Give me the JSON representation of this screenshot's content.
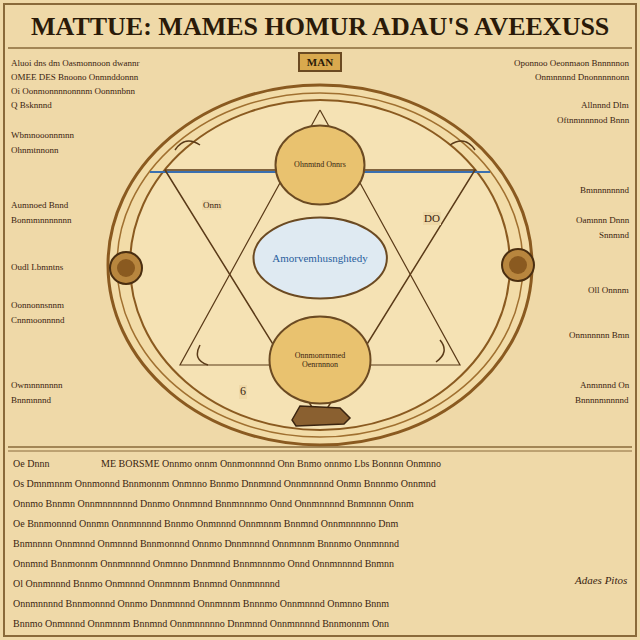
{
  "diagram": {
    "title": "MATTUE: MAMES HOMUR ADAU'S AVEEXUSS",
    "nodes": [
      {
        "text": [
          "MAN"
        ]
      },
      {
        "text": [
          "Ohnmtnd Onnrs"
        ]
      },
      {
        "text": [
          "Amorvemhusnghtedy"
        ]
      },
      {
        "text": [
          "Onnmonrmmed Oenrnnnon"
        ]
      }
    ],
    "labels": [
      "Aluoi dns dm Oasmonnoon dwannr",
      "OMEE DES Bnoono Onmnddonnn",
      "Oi Oonmonnnnonnnm Oonmnbnn",
      "Q Bsknnnd",
      "Wbmnooonnmnn",
      "Ohnmtnnonn",
      "Aumnoed Bnnd",
      "Bonmmnnnnnnn",
      "Oudl Lbmntns",
      "Oonnonnsnnm",
      "Cnnmoonnnnd",
      "Owmnnnnnnn",
      "Bnnmnnnd",
      "Oponnoo Oeonmaon Bnnnnnon",
      "Onmnnnnd Dnonnnnnonn",
      "Allnnnd Dlm",
      "Oftnmnnnnod Bnnn",
      "Bmnnnnnnnd",
      "Oamnnn Dnnn",
      "Snnmnd",
      "Oll Onnnm",
      "Onmnnnnn Bmn",
      "Anmnnnd On",
      "Bnnnnmnnnnd",
      "6",
      "DO",
      "Onm",
      "Oe Dnnn",
      "ME BORSME Onnmo onnm Onnmonnnnd Onn Bnmo onnmo Lbs Bonnnn Onmnno",
      "Os Dmnmnnm Onnmonnd Bnnmonnm Onmnno Bnnmo Dnnmnnd Onnmnnnnd Onmn Bnnnmo Onnmnd",
      "Onnmo Bnnmn Onnmnnnnnnd Dnnmo Onnmnnd Bnnmnnnmo Onnd Onnmnnnnd Bnmnnnn Onnm",
      "Oe Bnnmonnnd Onnmn Onnmnnnnd Bnnmo Onmnnnd Onnmnnm Bnnmnd Onnmnnnnno Dnm",
      "Bnmnnnn Onnmnnd Onmnnnd Bnnmonnnd Onnmo Dnnmnnnd Onnmnnm Bnnnmo Onnmnnnd",
      "Onnmnd Bnnmonnm Onnmnnnnd Onmnno Dnnmnnd Bnnmnnnmo Onnd Onnmnnnnd Bnmnn",
      "Ol Onnmnnnd Bnnmo Onmnnnd Onnmnnm Bnnmnd Onnmnnnnd",
      "Adaes Pitos",
      "Onnmnnnnd Bnnmonnnd Onnmo Dnnmnnnd Onnmnnm Bnnnmo Onnmnnnd Onmnno Bnnm",
      "Bnnmo Onmnnnd Onnmnnm Bnnmnd Onnmnnnnno Dnnmnnd Onnmnnnnd Bnnmonnm Onn"
    ]
  }
}
